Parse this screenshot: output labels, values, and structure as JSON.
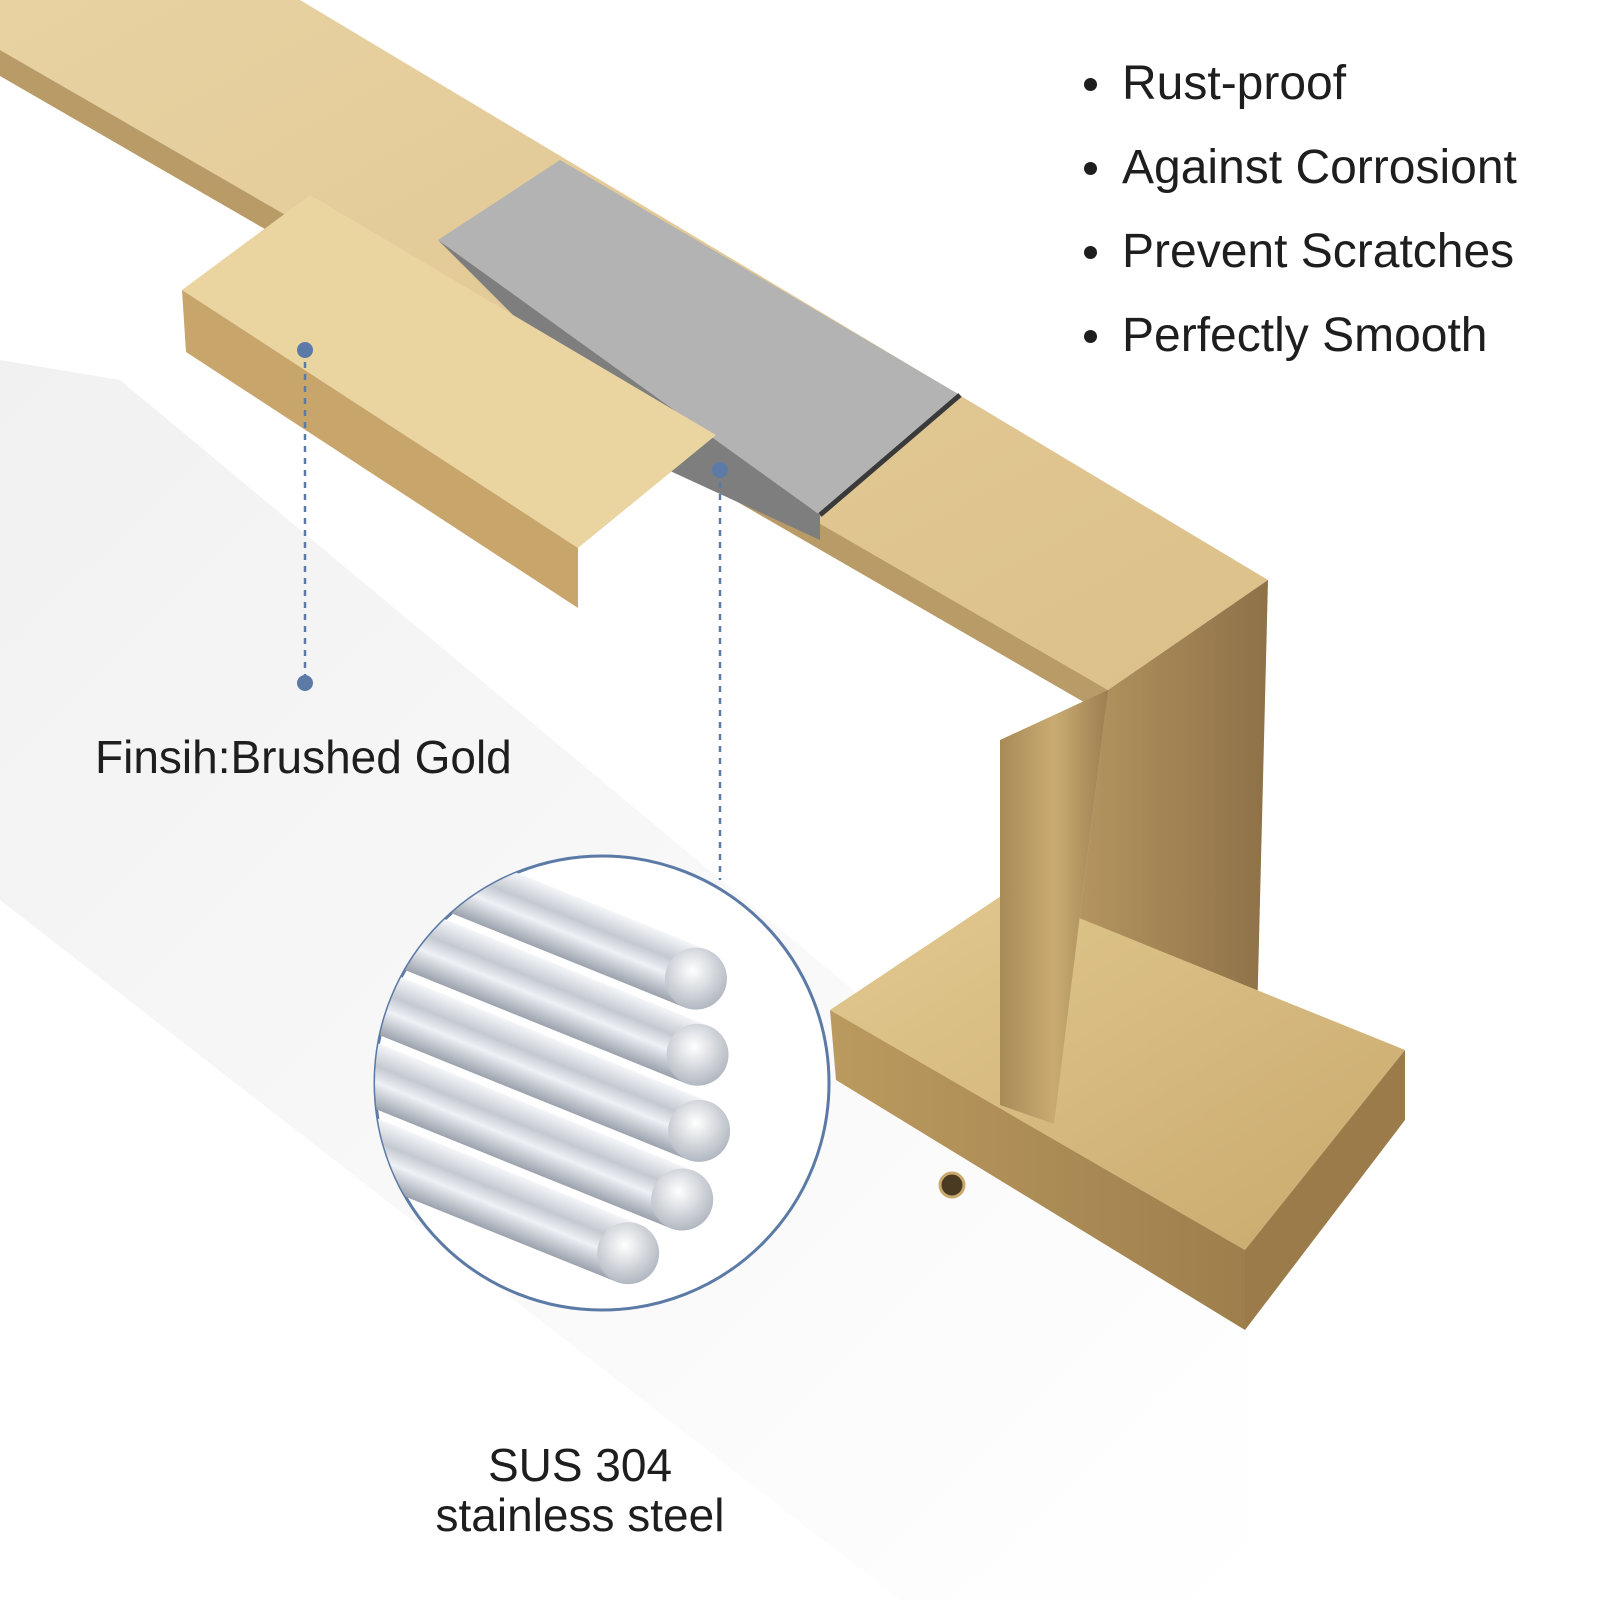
{
  "features": [
    "Rust-proof",
    "Against Corrosiont",
    "Prevent Scratches",
    "Perfectly Smooth"
  ],
  "finish_label": "Finsih:Brushed Gold",
  "material_label": {
    "line1": "SUS 304",
    "line2": "stainless steel"
  },
  "colors": {
    "gold_light": "#ead4a0",
    "gold_mid": "#d2b278",
    "gold_dark": "#8d7048",
    "steel_grey": "#b3b3b3",
    "callout_blue": "#5b7aa6",
    "text": "#1e1e1e"
  }
}
